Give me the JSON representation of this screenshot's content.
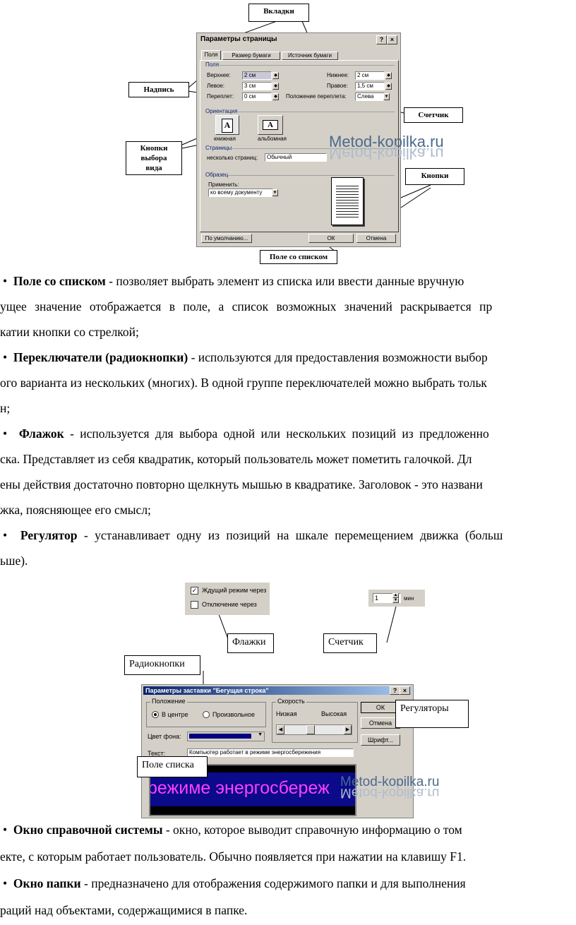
{
  "figure1": {
    "callouts": {
      "tabs": "Вкладки",
      "label": "Надпись",
      "counter": "Счетчик",
      "view_buttons": "Кнопки выбора вида",
      "buttons": "Кнопки",
      "combo": "Поле со списком"
    },
    "dialog": {
      "title": "Параметры страницы",
      "title_buttons": [
        "?",
        "×"
      ],
      "tabs": [
        "Поля",
        "Размер бумаги",
        "Источник бумаги"
      ],
      "group_fields": "Поля",
      "top_label": "Верхнее:",
      "top_value": "2 см",
      "left_label": "Левое:",
      "left_value": "3 см",
      "gutter_label": "Переплет:",
      "gutter_value": "0 см",
      "bottom_label": "Нижнее:",
      "bottom_value": "2 см",
      "right_label": "Правое:",
      "right_value": "1,5 см",
      "gutter_pos_label": "Положение переплета:",
      "gutter_pos_value": "Слева",
      "group_orientation": "Ориентация",
      "portrait": "книжная",
      "landscape": "альбомная",
      "group_pages": "Страницы",
      "pages_label": "несколько страниц:",
      "pages_value": "Обычный",
      "group_sample": "Образец",
      "apply_label": "Применить:",
      "apply_value": "ко всему документу",
      "default_button": "По умолчанию...",
      "ok_button": "ОК",
      "cancel_button": "Отмена"
    },
    "watermark": "Metod-kopilka.ru"
  },
  "paragraphs1": [
    {
      "bullet": "•",
      "term": "Поле со списком",
      "rest": " - позволяет выбрать элемент из списка или ввести данные вручную"
    },
    {
      "text": "ущее значение отображается в поле, а список возможных значений раскрывается пр"
    },
    {
      "text": "катии кнопки со стрелкой;"
    },
    {
      "bullet": "•",
      "term": "Переключатели (радиокнопки)",
      "rest": " - используются для предоставления возможности выбор"
    },
    {
      "text": "ого варианта из нескольких (многих). В одной группе переключателей можно выбрать тольк"
    },
    {
      "text": "н;"
    },
    {
      "bullet": "•",
      "term": "Флажок",
      "rest": " - используется для выбора одной или нескольких позиций из предложенно"
    },
    {
      "text": "ска. Представляет из себя квадратик, который пользователь может пометить галочкой. Дл"
    },
    {
      "text": "ены действия достаточно повторно щелкнуть мышью в квадратике. Заголовок - это названи"
    },
    {
      "text": "жка, поясняющее его смысл;"
    },
    {
      "bullet": "•",
      "term": "Регулятор",
      "rest": " - устанавливает одну из позиций на шкале перемещением движка (больш"
    },
    {
      "text": "ьше)."
    }
  ],
  "figure2": {
    "checkbox1": "Ждущий режим через",
    "checkbox2": "Отключение через",
    "spin_value": "1",
    "spin_unit": "мин",
    "callouts": {
      "flags": "Флажки",
      "counter": "Счетчик",
      "radio": "Радиокнопки",
      "sliders": "Регуляторы",
      "list": "Поле списка"
    },
    "dialog": {
      "title": "Параметры заставки \"Бегущая строка\"",
      "title_buttons": [
        "?",
        "×"
      ],
      "group_position": "Положение",
      "radio_center": "В центре",
      "radio_free": "Произвольное",
      "group_speed": "Скорость",
      "speed_low": "Низкая",
      "speed_high": "Высокая",
      "ok": "ОК",
      "cancel": "Отмена",
      "font": "Шрифт...",
      "bg_label": "Цвет фона:",
      "text_label": "Текст:",
      "text_value": "Компьютер работает в режиме энергосбережения",
      "preview": "режиме энергосбереж"
    },
    "watermark": "Metod-kopilka.ru"
  },
  "paragraphs2": [
    {
      "bullet": "•",
      "term": "Окно справочной системы",
      "rest": " - окно, которое выводит справочную информацию о том"
    },
    {
      "text": "екте, с которым работает пользователь. Обычно появляется при нажатии на клавишу F1."
    },
    {
      "bullet": "•",
      "term": "Окно папки",
      "rest": " - предназначено для отображения содержимого папки и для выполнения"
    },
    {
      "text": "раций над объектами, содержащимися в папке."
    }
  ]
}
